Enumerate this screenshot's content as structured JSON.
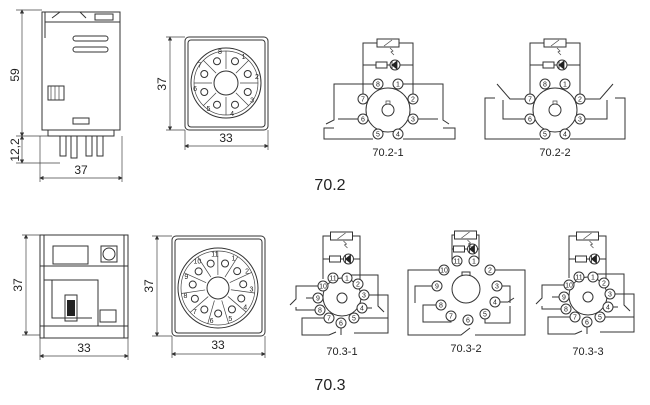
{
  "sections": [
    {
      "title": "70.2",
      "relay_dims": {
        "height": "59",
        "pin_length": "12,2",
        "width": "37"
      },
      "socket_dims": {
        "height": "37",
        "width": "33"
      },
      "socket_pins": [
        "1",
        "2",
        "3",
        "4",
        "5",
        "6",
        "7",
        "8"
      ],
      "diagrams": [
        {
          "caption": "70.2-1",
          "pins": [
            "8",
            "1",
            "7",
            "2",
            "6",
            "3",
            "5",
            "4"
          ]
        },
        {
          "caption": "70.2-2",
          "pins": [
            "8",
            "1",
            "7",
            "2",
            "6",
            "3",
            "5",
            "4"
          ]
        }
      ]
    },
    {
      "title": "70.3",
      "relay_dims": {
        "height": "37",
        "width": "33"
      },
      "socket_dims": {
        "height": "37",
        "width": "33"
      },
      "socket_pins": [
        "1",
        "2",
        "3",
        "4",
        "5",
        "6",
        "7",
        "8",
        "9",
        "10",
        "11"
      ],
      "diagrams": [
        {
          "caption": "70.3-1",
          "pins": [
            "11",
            "1",
            "2",
            "3",
            "4",
            "5",
            "6",
            "7",
            "8",
            "9",
            "10"
          ]
        },
        {
          "caption": "70.3-2",
          "pins": [
            "11",
            "1",
            "2",
            "3",
            "4",
            "5",
            "6",
            "7",
            "8",
            "9",
            "10"
          ]
        },
        {
          "caption": "70.3-3",
          "pins": [
            "11",
            "1",
            "2",
            "3",
            "4",
            "5",
            "6",
            "7",
            "8",
            "9",
            "10"
          ]
        }
      ]
    }
  ]
}
